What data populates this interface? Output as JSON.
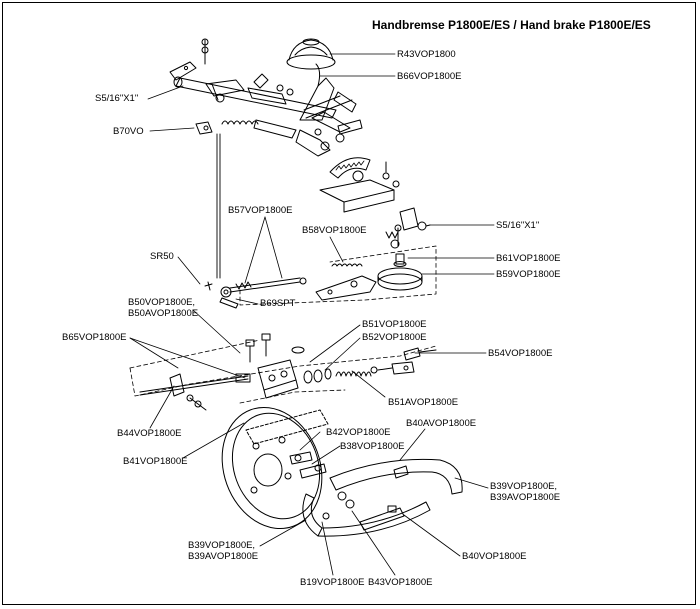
{
  "title": "Handbremse P1800E/ES / Hand brake P1800E/ES",
  "labels": {
    "r43": "R43VOP1800",
    "b66": "B66VOP1800E",
    "s516_left": "S5/16\"X1\"",
    "b70": "B70VO",
    "s516_right": "S5/16\"X1\"",
    "b57": "B57VOP1800E",
    "b58": "B58VOP1800E",
    "b61": "B61VOP1800E",
    "b59": "B59VOP1800E",
    "sr50": "SR50",
    "b69": "B69SPT",
    "b50_1": "B50VOP1800E,",
    "b50_2": "B50AVOP1800E",
    "b65": "B65VOP1800E",
    "b51": "B51VOP1800E",
    "b52": "B52VOP1800E",
    "b54": "B54VOP1800E",
    "b51a": "B51AVOP1800E",
    "b44": "B44VOP1800E",
    "b40a": "B40AVOP1800E",
    "b42": "B42VOP1800E",
    "b38": "B38VOP1800E",
    "b41": "B41VOP1800E",
    "b39r_1": "B39VOP1800E,",
    "b39r_2": "B39AVOP1800E",
    "b39l_1": "B39VOP1800E,",
    "b39l_2": "B39AVOP1800E",
    "b40": "B40VOP1800E",
    "b19": "B19VOP1800E",
    "b43": "B43VOP1800E"
  }
}
